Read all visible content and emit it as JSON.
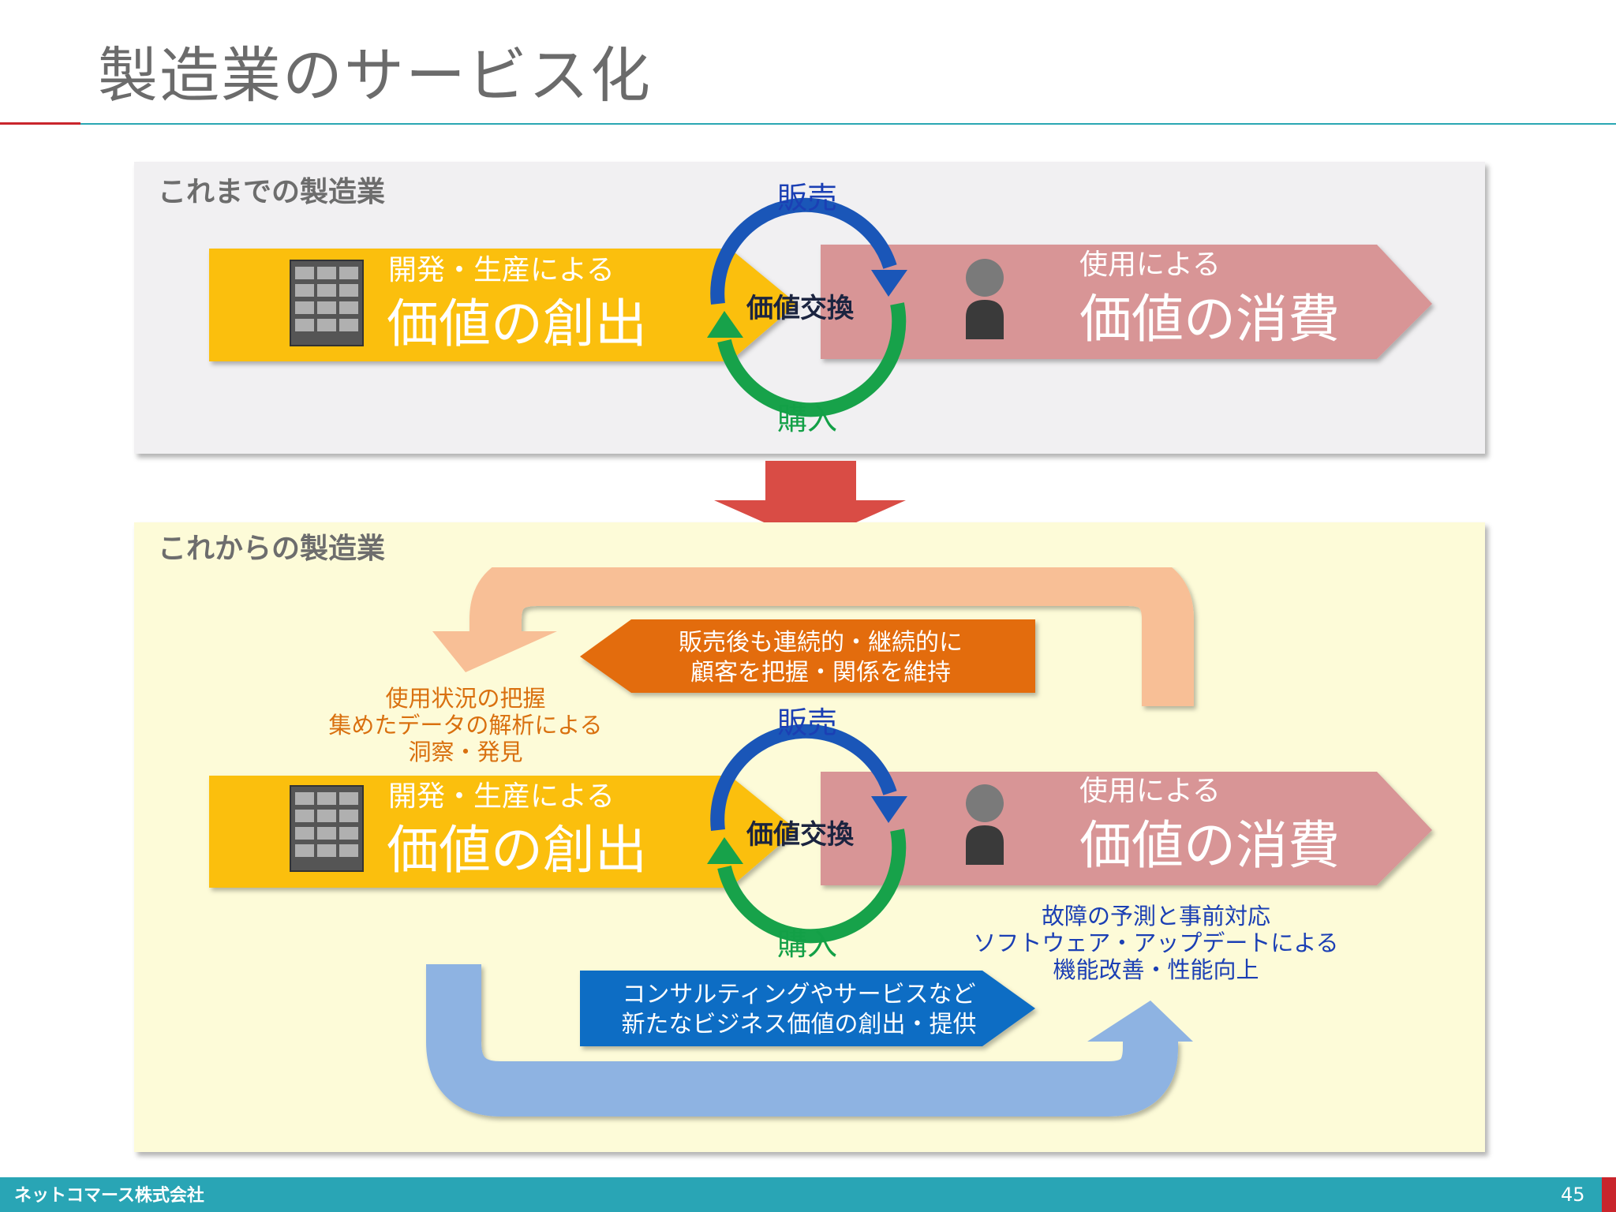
{
  "title": "製造業のサービス化",
  "panel_top": {
    "label": "これまでの製造業",
    "create_small": "開発・生産による",
    "create_big": "価値の創出",
    "consume_small": "使用による",
    "consume_big": "価値の消費",
    "sale": "販売",
    "buy": "購入",
    "exchange": "価値交換"
  },
  "panel_bottom": {
    "label": "これからの製造業",
    "create_small": "開発・生産による",
    "create_big": "価値の創出",
    "consume_small": "使用による",
    "consume_big": "価値の消費",
    "sale": "販売",
    "buy": "購入",
    "exchange": "価値交換",
    "feedback_banner": [
      "販売後も連続的・継続的に",
      "顧客を把握・関係を維持"
    ],
    "insight_text": [
      "使用状況の把握",
      "集めたデータの解析による",
      "洞察・発見"
    ],
    "service_banner": [
      "コンサルティングやサービスなど",
      "新たなビジネス価値の創出・提供"
    ],
    "prediction_text": [
      "故障の予測と事前対応",
      "ソフトウェア・アップデートによる",
      "機能改善・性能向上"
    ]
  },
  "footer": {
    "company": "ネットコマース株式会社",
    "page_number": "45"
  },
  "colors": {
    "create_arrow": "#fbbf08",
    "consume_arrow": "#d89596",
    "down_arrow": "#d94c45",
    "feedback_arrow": "#f8bf96",
    "feedback_banner": "#e36c0e",
    "service_arrow": "#8eb3e2",
    "service_banner": "#0f6dc4",
    "footer": "#29a5b5"
  },
  "icons": [
    "factory-icon",
    "person-icon",
    "sale-cycle-arrow-icon",
    "buy-cycle-arrow-icon"
  ]
}
